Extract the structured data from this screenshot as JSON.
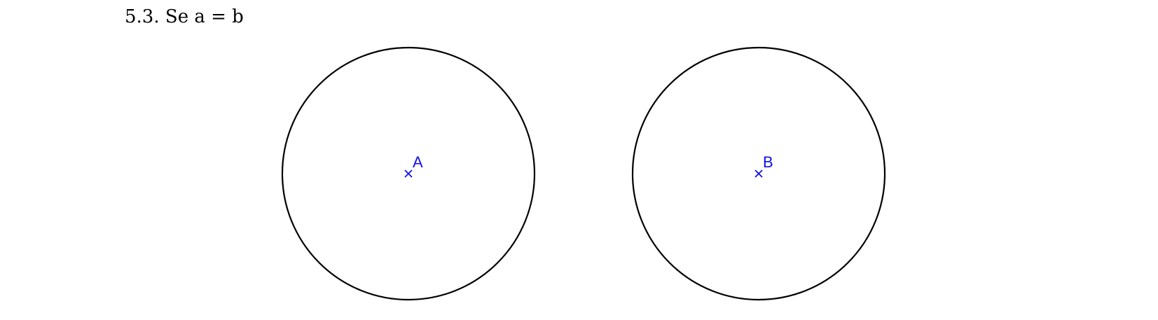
{
  "heading": "5.3. Se a = b",
  "colors": {
    "circle": "#000000",
    "point": "#1010e8"
  },
  "points": [
    {
      "label": "A"
    },
    {
      "label": "B"
    }
  ]
}
